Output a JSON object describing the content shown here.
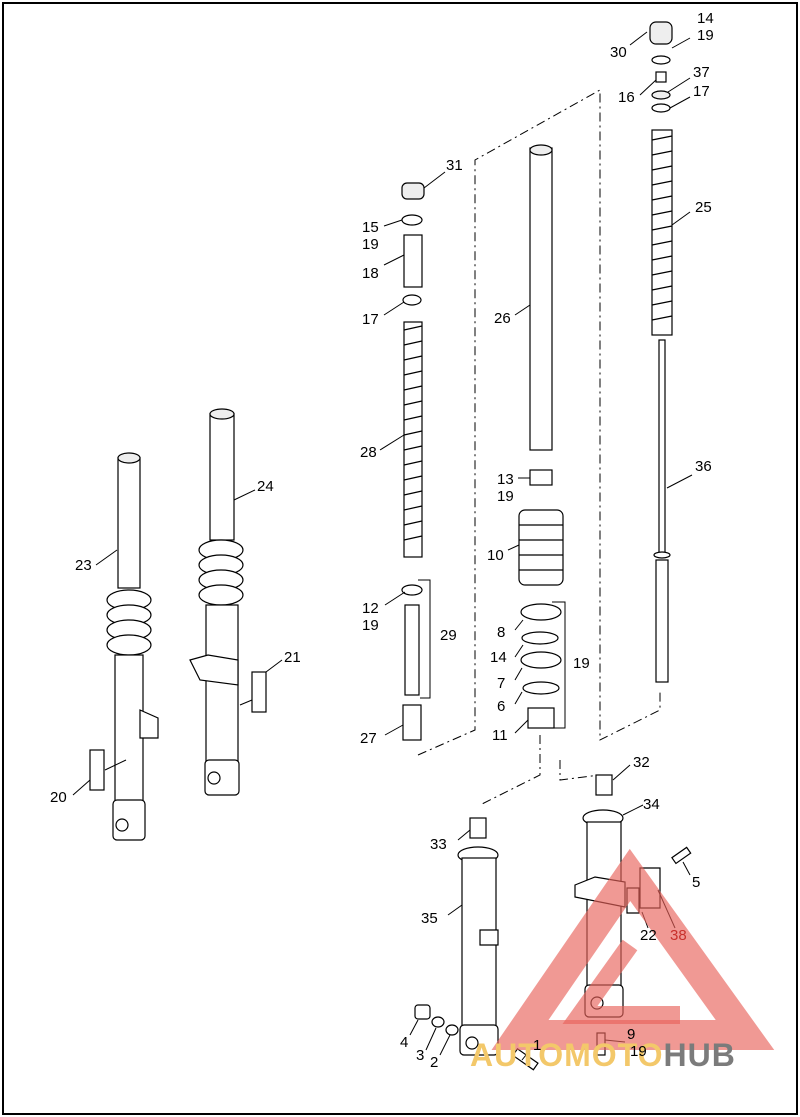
{
  "labels": {
    "l1": "1",
    "l2": "2",
    "l3": "3",
    "l4": "4",
    "l5": "5",
    "l6": "6",
    "l7": "7",
    "l8": "8",
    "l9": "9",
    "l10": "10",
    "l11": "11",
    "l12": "12",
    "l13": "13",
    "l14a": "14",
    "l14b": "14",
    "l15": "15",
    "l16": "16",
    "l17a": "17",
    "l17b": "17",
    "l18": "18",
    "l19a": "19",
    "l19b": "19",
    "l19c": "19",
    "l19d": "19",
    "l19e": "19",
    "l19f": "19",
    "l20": "20",
    "l21": "21",
    "l22": "22",
    "l23": "23",
    "l24": "24",
    "l25": "25",
    "l26": "26",
    "l27": "27",
    "l28": "28",
    "l29": "29",
    "l30": "30",
    "l31": "31",
    "l32": "32",
    "l33": "33",
    "l34": "34",
    "l35": "35",
    "l36": "36",
    "l37": "37",
    "l38": "38"
  },
  "watermark": {
    "brand_part1": "AUTO",
    "brand_part2": "MOTO",
    "brand_part3": "HUB",
    "triangle_color": "#e8635a",
    "brand_color": "#f3c86a",
    "hub_color": "#7b7b7b"
  },
  "accent_label_color": "#c8312c"
}
